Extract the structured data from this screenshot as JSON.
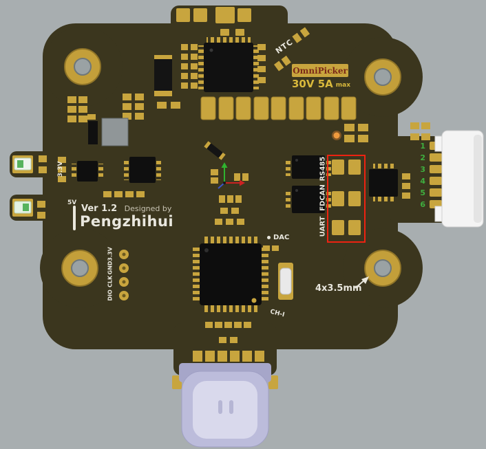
{
  "silkscreen": {
    "ntc": "NTC",
    "brand_badge": "OmniPicker",
    "rating": "30V 5A",
    "rating_suffix": "max",
    "bus_labels": [
      "RS485",
      "FDCAN",
      "UART"
    ],
    "version": "Ver 1.2",
    "designed_by": "Designed by",
    "designer": "Pengzhihui",
    "rail_33v": "3.3V",
    "rail_5v": "5V",
    "dac": "DAC",
    "ch_i": "CH-I",
    "mount_note": "4x3.5mm",
    "swd_pads": [
      "3.3V",
      "GND",
      "CLK",
      "DIO"
    ],
    "connector_pins": [
      "1",
      "2",
      "3",
      "4",
      "5",
      "6"
    ]
  },
  "colors": {
    "background": "#a8aeb0",
    "board": "#3b361e",
    "pad_gold": "#c8a53e",
    "silkscreen_white": "#e9e7de",
    "rating_yellow": "#d9b93c",
    "pin_number_green": "#3fae3f",
    "highlight_red": "#ee2211",
    "usb_shell": "#bcbcdb",
    "connector_white": "#f4f4f4",
    "led_orange": "#ef9a3e"
  }
}
